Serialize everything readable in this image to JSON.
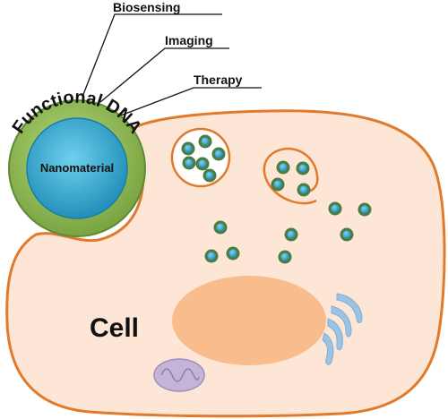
{
  "labels": {
    "biosensing": "Biosensing",
    "imaging": "Imaging",
    "therapy": "Therapy",
    "functional_dna": "Functional DNA",
    "nanomaterial": "Nanomaterial",
    "cell": "Cell"
  },
  "colors": {
    "cell_fill": "#fde6d6",
    "cell_stroke": "#e07a2c",
    "nucleus": "#f9bc8c",
    "golgi": "#9cc3e3",
    "mitochondrion": "#c4b4d8",
    "dna_shell": "#8cb650",
    "nano_core": "#2ea0c8",
    "particle_core": "#2e8fb8",
    "particle_shell": "#4d7c40"
  },
  "icons": [
    "nanoparticle-icon",
    "nucleus-icon",
    "golgi-icon",
    "mitochondrion-icon"
  ]
}
